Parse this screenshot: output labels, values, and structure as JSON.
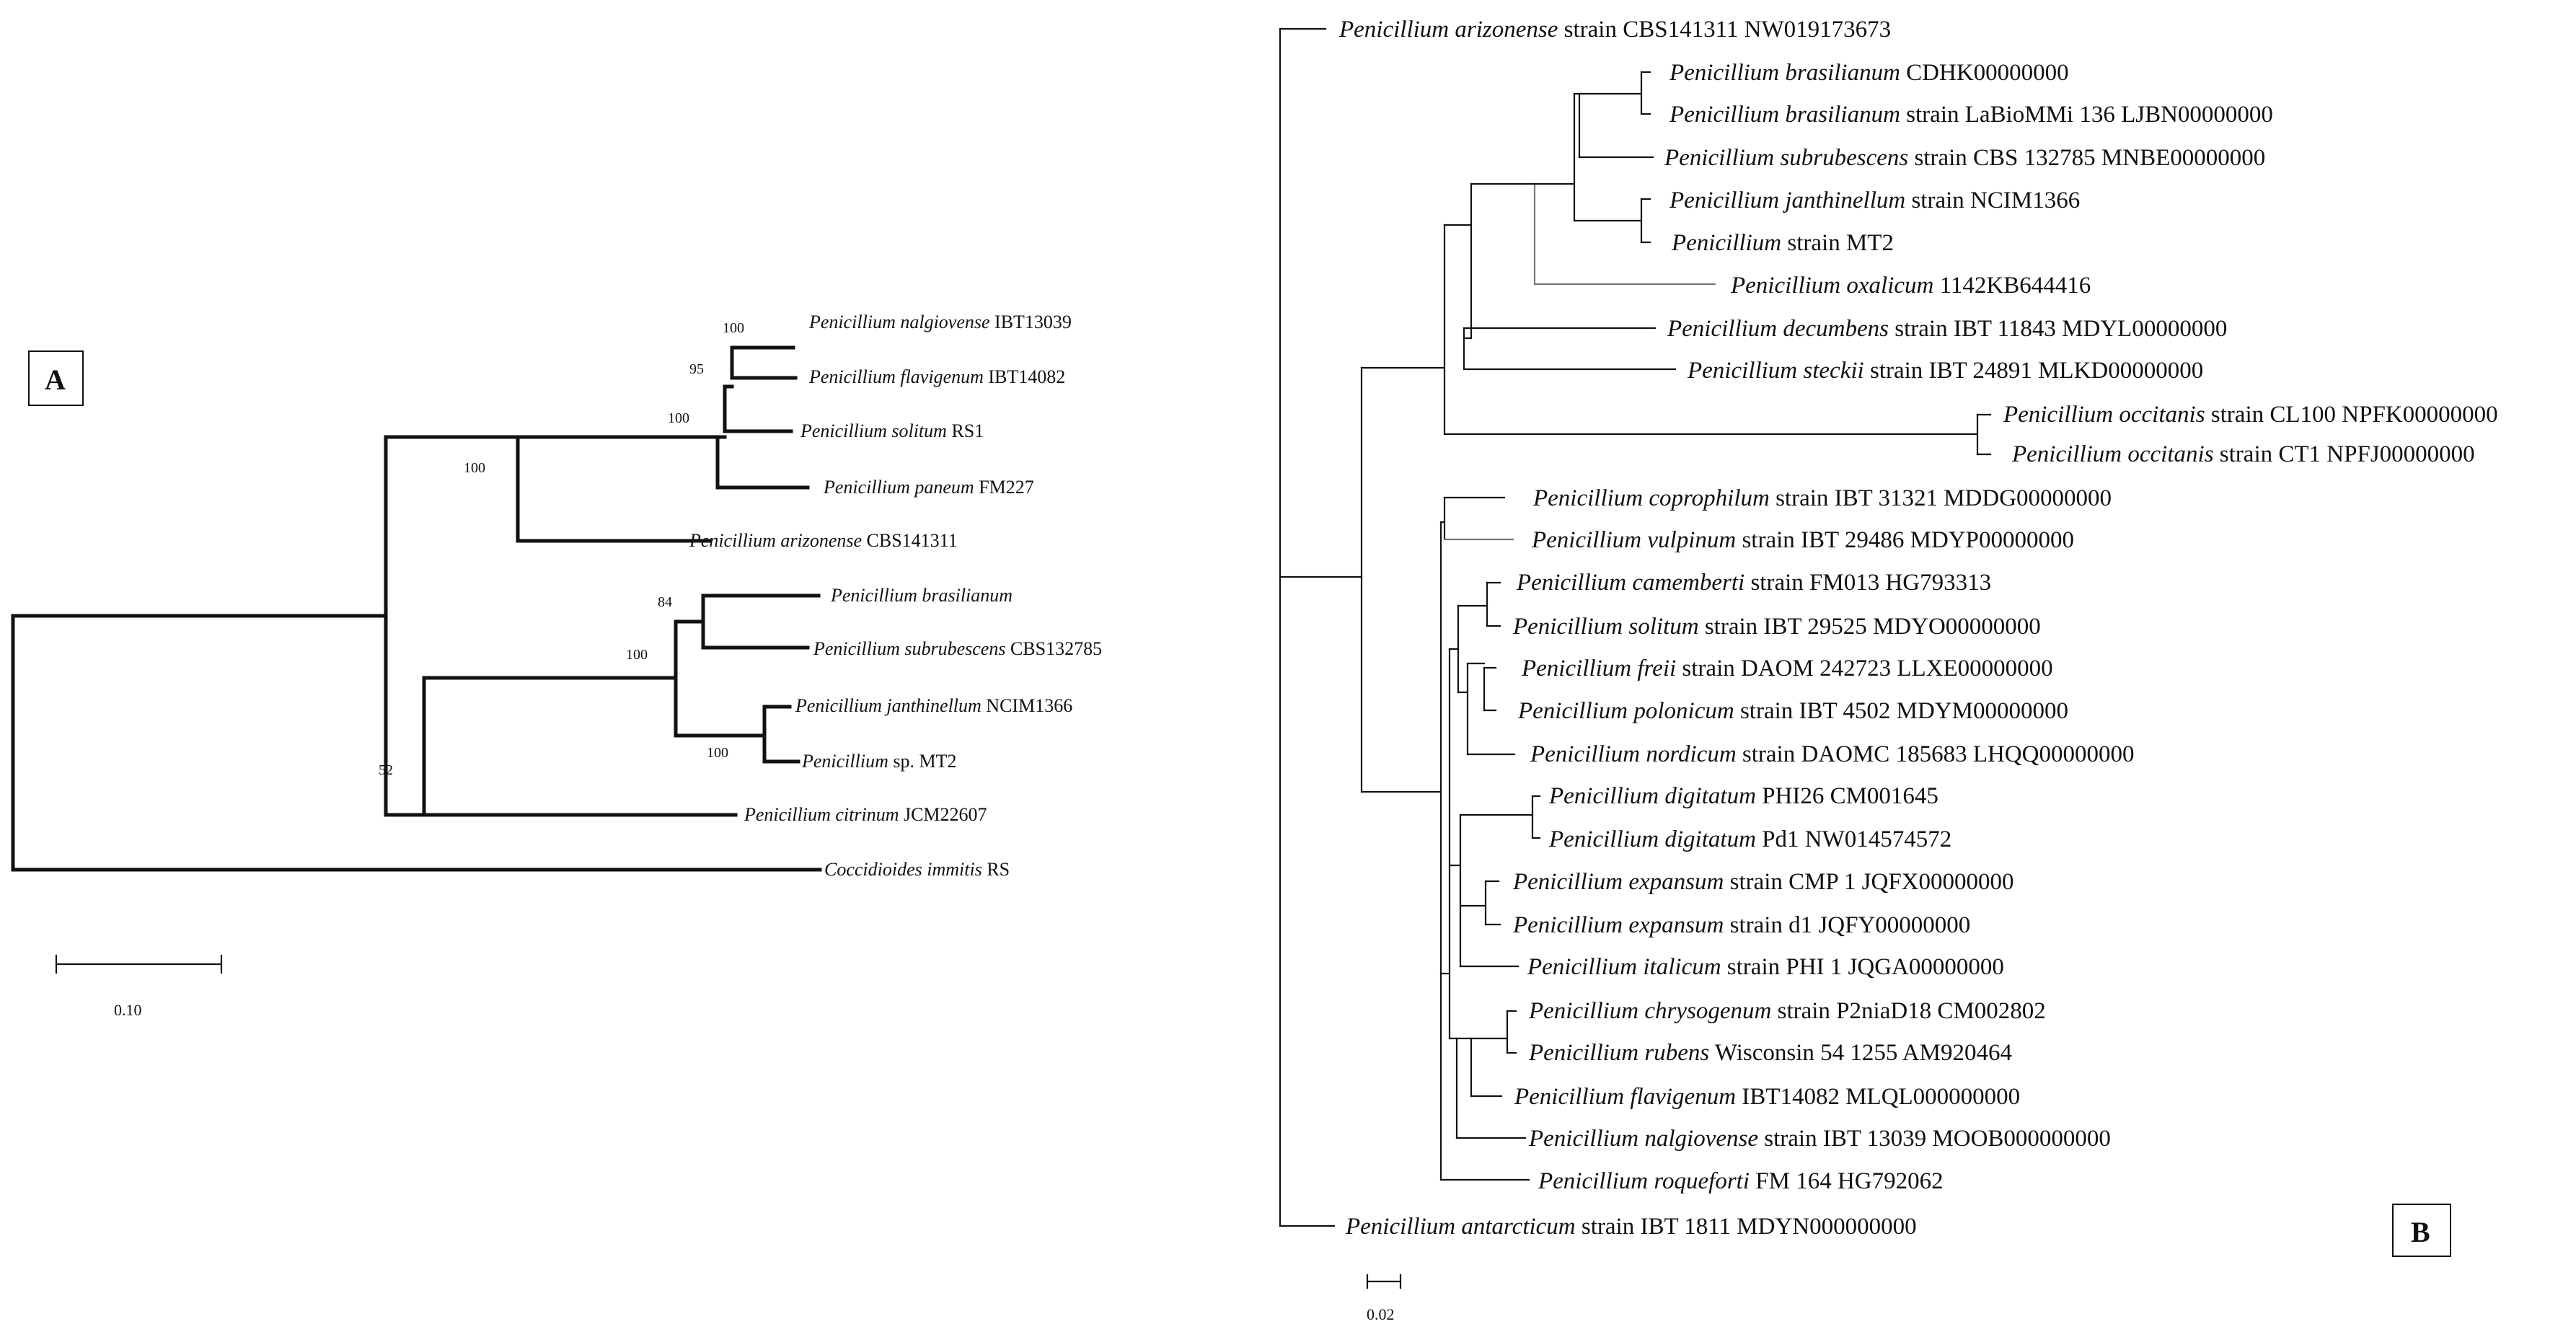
{
  "panel_a": {
    "panel_label": "A",
    "taxa": [
      {
        "genus": "Penicillium",
        "epithet": "nalgiovense",
        "rest": " IBT13039"
      },
      {
        "genus": "Penicillium",
        "epithet": "flavigenum",
        "rest": " IBT14082"
      },
      {
        "genus": "Penicillium",
        "epithet": "solitum",
        "rest": " RS1"
      },
      {
        "genus": "Penicillium",
        "epithet": "paneum",
        "rest": " FM227"
      },
      {
        "genus": "Penicillium",
        "epithet": "arizonense",
        "rest": " CBS141311"
      },
      {
        "genus": "Penicillium",
        "epithet": "brasilianum",
        "rest": ""
      },
      {
        "genus": "Penicillium",
        "epithet": "subrubescens",
        "rest": " CBS132785"
      },
      {
        "genus": "Penicillium",
        "epithet": "janthinellum",
        "rest": " NCIM1366"
      },
      {
        "genus": "Penicillium",
        "epithet": "sp.",
        "rest": " MT2",
        "plain_epithet": true
      },
      {
        "genus": "Penicillium",
        "epithet": "citrinum",
        "rest": " JCM22607"
      },
      {
        "genus": "Coccidioides",
        "epithet": "immitis",
        "rest": " RS"
      }
    ],
    "bootstrap": [
      "100",
      "95",
      "100",
      "100",
      "84",
      "100",
      "100",
      "52"
    ],
    "scale_bar": "0.10"
  },
  "panel_b": {
    "panel_label": "B",
    "taxa": [
      {
        "genus": "Penicillium",
        "epithet": "arizonense",
        "rest": " strain CBS141311 NW019173673"
      },
      {
        "genus": "Penicillium",
        "epithet": "brasilianum",
        "rest": " CDHK00000000"
      },
      {
        "genus": "Penicillium",
        "epithet": "brasilianum",
        "rest": " strain LaBioMMi 136 LJBN00000000"
      },
      {
        "genus": "Penicillium",
        "epithet": "subrubescens",
        "rest": " strain CBS 132785 MNBE00000000"
      },
      {
        "genus": "Penicillium",
        "epithet": "janthinellum",
        "rest": " strain NCIM1366"
      },
      {
        "genus": "Penicillium",
        "epithet": "",
        "rest": " strain MT2"
      },
      {
        "genus": "Penicillium",
        "epithet": "oxalicum",
        "rest": " 1142KB644416"
      },
      {
        "genus": "Penicillium",
        "epithet": "decumbens",
        "rest": " strain IBT 11843 MDYL00000000"
      },
      {
        "genus": "Penicillium",
        "epithet": "steckii",
        "rest": " strain IBT 24891 MLKD00000000"
      },
      {
        "genus": "Penicillium",
        "epithet": "occitanis",
        "rest": " strain CL100 NPFK00000000"
      },
      {
        "genus": "Penicillium",
        "epithet": "occitanis",
        "rest": " strain CT1 NPFJ00000000"
      },
      {
        "genus": "Penicillium",
        "epithet": "coprophilum",
        "rest": " strain IBT 31321 MDDG00000000"
      },
      {
        "genus": "Penicillium",
        "epithet": "vulpinum",
        "rest": " strain IBT 29486 MDYP00000000"
      },
      {
        "genus": "Penicillium",
        "epithet": "camemberti",
        "rest": " strain FM013 HG793313"
      },
      {
        "genus": "Penicillium",
        "epithet": "solitum",
        "rest": " strain IBT 29525 MDYO00000000"
      },
      {
        "genus": "Penicillium",
        "epithet": "freii",
        "rest": " strain DAOM 242723 LLXE00000000"
      },
      {
        "genus": "Penicillium",
        "epithet": "polonicum",
        "rest": " strain IBT 4502 MDYM00000000"
      },
      {
        "genus": "Penicillium",
        "epithet": "nordicum",
        "rest": " strain DAOMC 185683 LHQQ00000000"
      },
      {
        "genus": "Penicillium",
        "epithet": "digitatum",
        "rest": " PHI26 CM001645"
      },
      {
        "genus": "Penicillium",
        "epithet": "digitatum",
        "rest": " Pd1 NW014574572"
      },
      {
        "genus": "Penicillium",
        "epithet": "expansum",
        "rest": " strain CMP 1 JQFX00000000"
      },
      {
        "genus": "Penicillium",
        "epithet": "expansum",
        "rest": " strain d1 JQFY00000000"
      },
      {
        "genus": "Penicillium",
        "epithet": "italicum",
        "rest": " strain PHI 1 JQGA00000000"
      },
      {
        "genus": "Penicillium",
        "epithet": "chrysogenum",
        "rest": " strain P2niaD18 CM002802"
      },
      {
        "genus": "Penicillium",
        "epithet": "rubens",
        "rest": " Wisconsin 54 1255 AM920464"
      },
      {
        "genus": "Penicillium",
        "epithet": "flavigenum",
        "rest": " IBT14082 MLQL000000000"
      },
      {
        "genus": "Penicillium",
        "epithet": "nalgiovense",
        "rest": " strain IBT 13039 MOOB000000000"
      },
      {
        "genus": "Penicillium",
        "epithet": "roqueforti",
        "rest": " FM 164 HG792062"
      },
      {
        "genus": "Penicillium",
        "epithet": "antarcticum",
        "rest": " strain IBT 1811 MDYN000000000"
      }
    ],
    "scale_bar": "0.02"
  }
}
